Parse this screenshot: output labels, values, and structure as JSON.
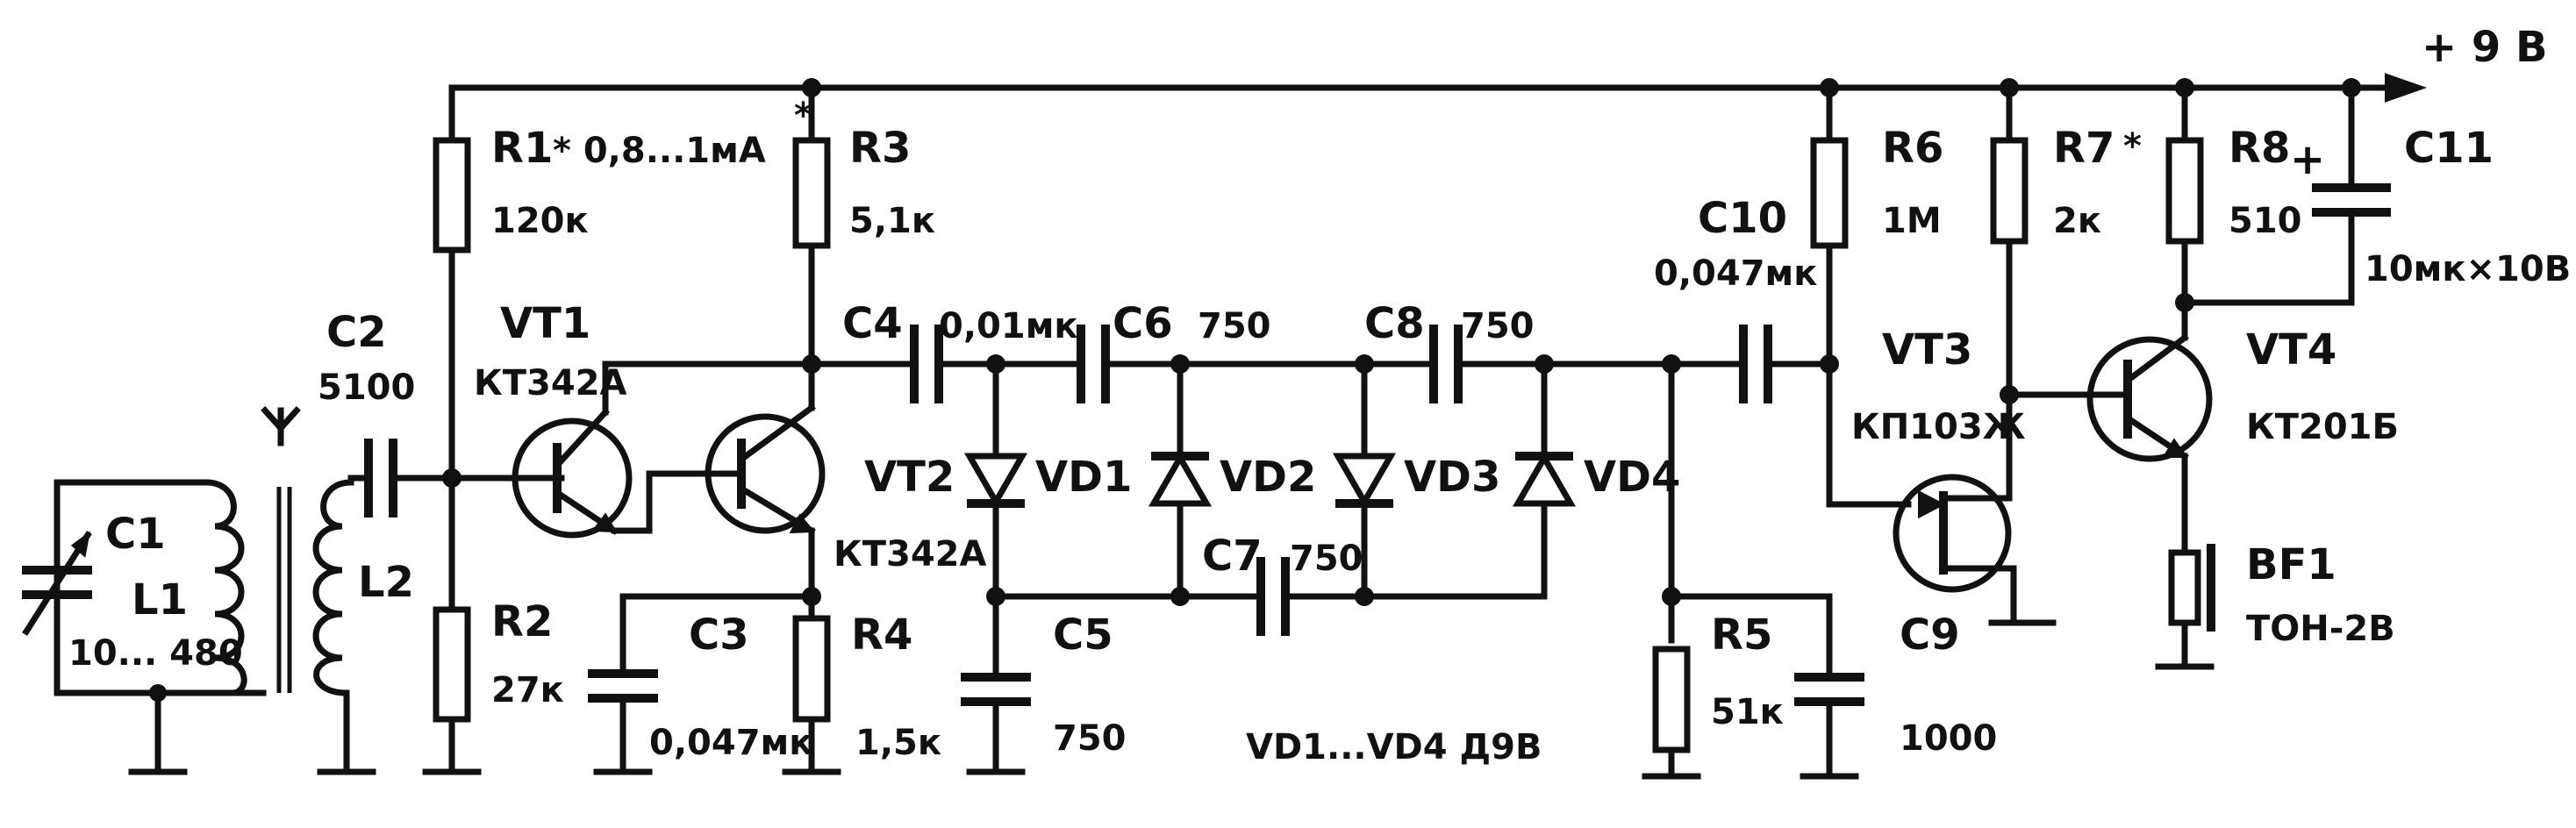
{
  "supply": {
    "label": "+ 9 В"
  },
  "components": {
    "R1": {
      "ref": "R1",
      "value": "120к",
      "note": "* 0,8...1мА"
    },
    "R2": {
      "ref": "R2",
      "value": "27к"
    },
    "R3": {
      "ref": "R3",
      "value": "5,1к",
      "note": "*"
    },
    "R4": {
      "ref": "R4",
      "value": "1,5к"
    },
    "R5": {
      "ref": "R5",
      "value": "51к"
    },
    "R6": {
      "ref": "R6",
      "value": "1М"
    },
    "R7": {
      "ref": "R7",
      "value": "2к",
      "note": "*"
    },
    "R8": {
      "ref": "R8",
      "value": "510"
    },
    "C1": {
      "ref": "C1",
      "value": "10... 480"
    },
    "C2": {
      "ref": "C2",
      "value": "5100"
    },
    "C3": {
      "ref": "C3",
      "value": "0,047мк"
    },
    "C4": {
      "ref": "C4",
      "value": "0,01мк"
    },
    "C5": {
      "ref": "C5",
      "value": "750"
    },
    "C6": {
      "ref": "C6",
      "value": "750"
    },
    "C7": {
      "ref": "C7",
      "value": "750"
    },
    "C8": {
      "ref": "C8",
      "value": "750"
    },
    "C9": {
      "ref": "C9",
      "value": "1000"
    },
    "C10": {
      "ref": "C10",
      "value": "0,047мк"
    },
    "C11": {
      "ref": "C11",
      "value": "10мк×10В",
      "polarity": "+"
    },
    "L1": {
      "ref": "L1"
    },
    "L2": {
      "ref": "L2"
    },
    "VT1": {
      "ref": "VT1",
      "type": "КТ342А"
    },
    "VT2": {
      "ref": "VT2",
      "type": "КТ342А"
    },
    "VT3": {
      "ref": "VT3",
      "type": "КП103Ж"
    },
    "VT4": {
      "ref": "VT4",
      "type": "КТ201Б"
    },
    "VD1": {
      "ref": "VD1"
    },
    "VD2": {
      "ref": "VD2"
    },
    "VD3": {
      "ref": "VD3"
    },
    "VD4": {
      "ref": "VD4"
    },
    "BF1": {
      "ref": "BF1",
      "type": "ТОН-2В"
    }
  },
  "notes": {
    "diodes": "VD1...VD4 Д9В"
  },
  "icons": {
    "antenna": "antenna-icon"
  }
}
